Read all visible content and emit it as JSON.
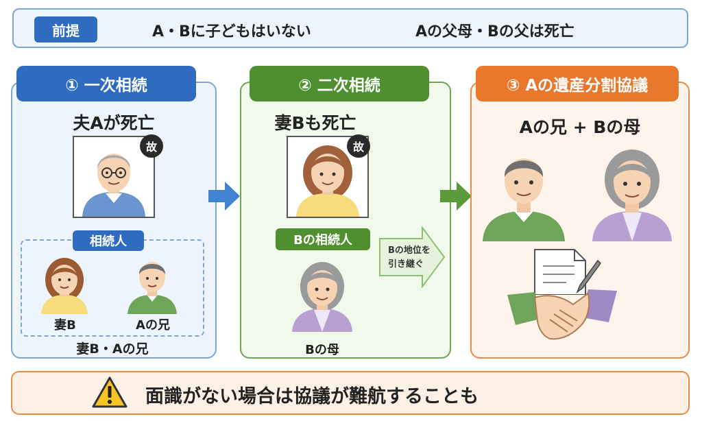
{
  "premise": {
    "tag": "前提",
    "text1": "A・Bに子どもはいない",
    "text2": "Aの父母・Bの父は死亡"
  },
  "step1": {
    "header": "① 一次相続",
    "subtitle": "夫Aが死亡",
    "deceased_mark": "故",
    "heirs_tag": "相続人",
    "heir1": "妻B",
    "heir2": "Aの兄",
    "footer": "妻B・Aの兄"
  },
  "step2": {
    "header": "② 二次相続",
    "subtitle": "妻Bも死亡",
    "deceased_mark": "故",
    "heirs_tag": "Bの相続人",
    "heir": "Bの母",
    "note_line1": "Bの地位を",
    "note_line2": "引き継ぐ"
  },
  "step3": {
    "header": "③ Aの遺産分割協議",
    "subtitle": "Aの兄 + Bの母"
  },
  "warning": {
    "text": "面識がない場合は協議が難航することも"
  },
  "colors": {
    "blue": "#2f6cc0",
    "green": "#4f8f2f",
    "orange": "#e8782c"
  },
  "icons": [
    "deceased-badge",
    "warning-icon",
    "arrow-right-icon",
    "document-pen-icon",
    "handshake-icon"
  ]
}
